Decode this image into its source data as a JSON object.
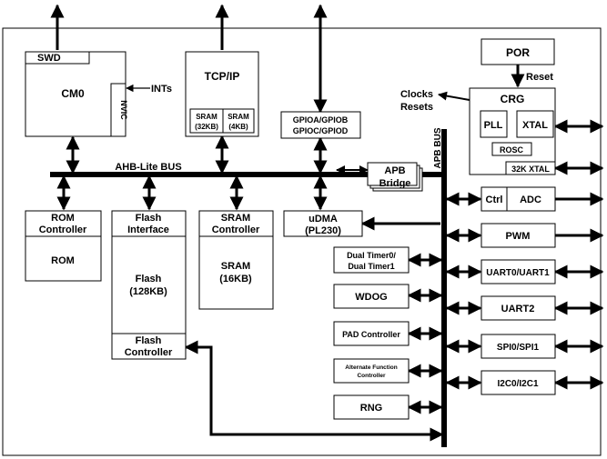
{
  "cpu": {
    "swd": "SWD",
    "core": "CM0",
    "nvic": "NVIC",
    "ints": "INTs"
  },
  "tcpip": {
    "title": "TCP/IP",
    "sram_a_line1": "SRAM",
    "sram_a_line2": "(32KB)",
    "sram_b_line1": "SRAM",
    "sram_b_line2": "(4KB)"
  },
  "gpio": {
    "line1": "GPIOA/GPIOB",
    "line2": "GPIOC/GPIOD"
  },
  "por": "POR",
  "reset": "Reset",
  "clocks": {
    "line1": "Clocks",
    "line2": "Resets"
  },
  "crg": {
    "title": "CRG",
    "pll": "PLL",
    "xtal": "XTAL",
    "rosc": "ROSC",
    "xtal32k": "32K XTAL"
  },
  "ahb_bus": "AHB-Lite BUS",
  "apb_bus": "APB BUS",
  "apb_bridge": {
    "line1": "APB",
    "line2": "Bridge"
  },
  "rom": {
    "controller_line1": "ROM",
    "controller_line2": "Controller",
    "body": "ROM"
  },
  "flash": {
    "interface_line1": "Flash",
    "interface_line2": "Interface",
    "body_line1": "Flash",
    "body_line2": "(128KB)",
    "controller_line1": "Flash",
    "controller_line2": "Controller"
  },
  "sram": {
    "controller_line1": "SRAM",
    "controller_line2": "Controller",
    "body_line1": "SRAM",
    "body_line2": "(16KB)"
  },
  "udma": {
    "line1": "uDMA",
    "line2": "(PL230)"
  },
  "left_periph": {
    "dual_timer_line1": "Dual Timer0/",
    "dual_timer_line2": "Dual Timer1",
    "wdog": "WDOG",
    "pad": "PAD Controller",
    "alt_line1": "Alternate Function",
    "alt_line2": "Controller",
    "rng": "RNG"
  },
  "right_periph": {
    "ctrl": "Ctrl",
    "adc": "ADC",
    "pwm": "PWM",
    "uart01": "UART0/UART1",
    "uart2": "UART2",
    "spi": "SPI0/SPI1",
    "i2c": "I2C0/I2C1"
  }
}
